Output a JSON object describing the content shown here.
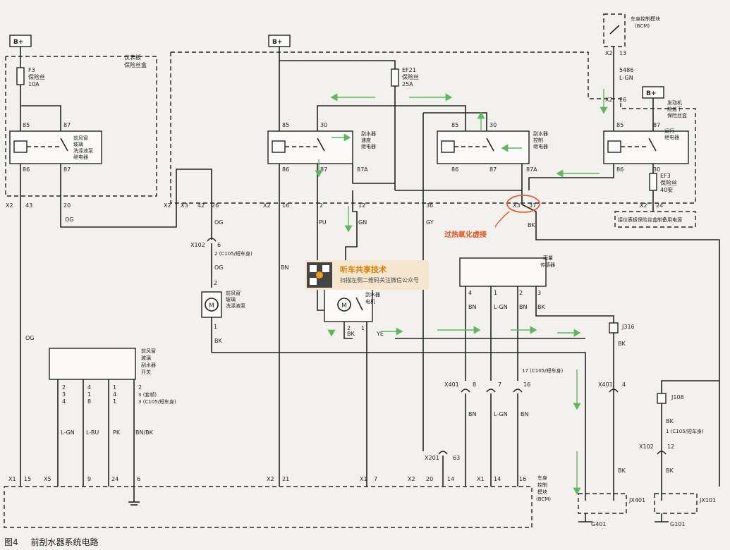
{
  "caption": {
    "figure_no": "图4",
    "title": "前刮水器系统电路"
  },
  "supply": {
    "bplus": "B+"
  },
  "fuses": {
    "f3": {
      "id": "F3",
      "name": "保险丝",
      "rating": "10A"
    },
    "ef21": {
      "id": "EF21",
      "name": "保险丝",
      "rating": "25A"
    },
    "ef3": {
      "id": "EF3",
      "name": "保险丝",
      "rating": "40安"
    }
  },
  "boxes": {
    "ip_fuse": [
      "仪表板",
      "保险丝盒"
    ],
    "bcm_top": [
      "车身控制模块",
      "(BCM)"
    ],
    "engine_fuse": [
      "发动机",
      "舱盖下",
      "保险丝盒"
    ],
    "ip_note": "接仪表板保险丝盒制备用电源",
    "bcm_bottom": [
      "车身",
      "控制",
      "模块",
      "(BCM)"
    ]
  },
  "relays": {
    "washer": [
      "前风窗",
      "玻璃",
      "洗涤液泵",
      "继电器"
    ],
    "speed": [
      "刮水器",
      "速度",
      "继电器"
    ],
    "control": [
      "刮水器",
      "控制",
      "继电器"
    ],
    "run": [
      "运行",
      "继电器"
    ],
    "pins": [
      "85",
      "87",
      "86",
      "30",
      "87A"
    ]
  },
  "components": {
    "washer_pump": [
      "前风窗",
      "玻璃",
      "洗涤液泵"
    ],
    "wiper_motor": [
      "刮水器",
      "电机"
    ],
    "rain_sensor": [
      "雨量",
      "传感器"
    ],
    "switch": [
      "前风窗",
      "玻璃",
      "刮水器",
      "开关"
    ],
    "motor_symbol": "M"
  },
  "wires": {
    "og": "OG",
    "bn": "BN",
    "pu": "PU",
    "gn": "GN",
    "gy": "GY",
    "bk": "BK",
    "ye": "YE",
    "lgn": "L-GN",
    "lbu": "L-BU",
    "pk": "PK",
    "bnbk": "BN/BK",
    "wire_5486": "5486"
  },
  "connectors": {
    "x1": "X1",
    "x2": "X2",
    "x3": "X3",
    "x5": "X5",
    "x102": "X102",
    "x201": "X201",
    "x401": "X401",
    "j316": "J316",
    "j108": "J108",
    "jx401": "JX401",
    "jx101": "JX101",
    "g401": "G401",
    "g101": "G101"
  },
  "notes": {
    "c105": "(C105/短车身)",
    "long": "(套帧)",
    "c105_17": "17 (C105/短车身)",
    "c105_1": "1 (C105/短车身)"
  },
  "pins": {
    "p2": "2",
    "p4": "4",
    "p6": "6",
    "p7": "7",
    "p8": "8",
    "p9": "9",
    "p12": "12",
    "p13": "13",
    "p14": "14",
    "p15": "15",
    "p16": "16",
    "p20": "20",
    "p21": "21",
    "p24": "24",
    "p26": "26",
    "p36": "36",
    "p37": "37",
    "p42": "42",
    "p43": "43",
    "p63": "63",
    "p1": "1",
    "p3": "3"
  },
  "annotation": {
    "fault": "过热氧化虚接"
  },
  "watermark": {
    "title": "听车共享技术",
    "subtitle": "扫描左侧二维码关注微信公众号"
  },
  "colors": {
    "flow_arrow": "#5cb85c",
    "annotation": "#e8541e",
    "watermark": "#e07b00"
  }
}
